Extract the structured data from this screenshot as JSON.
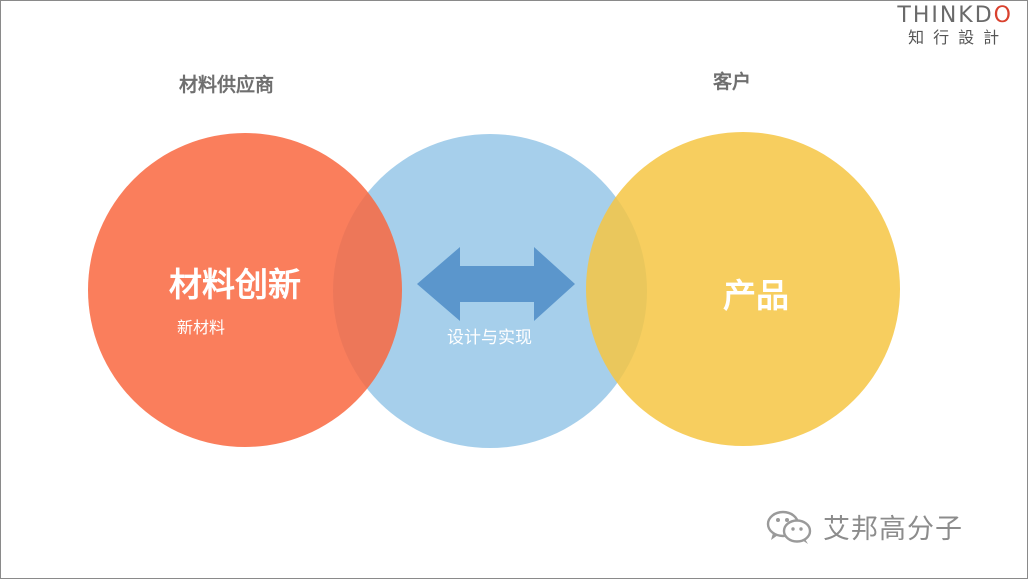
{
  "logo": {
    "main": "THINKDO",
    "main_prefix": "THINKD",
    "main_suffix": "O",
    "sub": "知行設計"
  },
  "labels": {
    "supplier": "材料供应商",
    "customer": "客户"
  },
  "circles": {
    "left": {
      "title": "材料创新",
      "subtitle": "新材料",
      "color": "#f9673f"
    },
    "middle": {
      "color": "#92c5e6"
    },
    "right": {
      "title": "产品",
      "color": "#f6c643"
    }
  },
  "arrow": {
    "label": "设计与实现",
    "color": "#5b96cc"
  },
  "watermark": {
    "text": "艾邦高分子"
  }
}
